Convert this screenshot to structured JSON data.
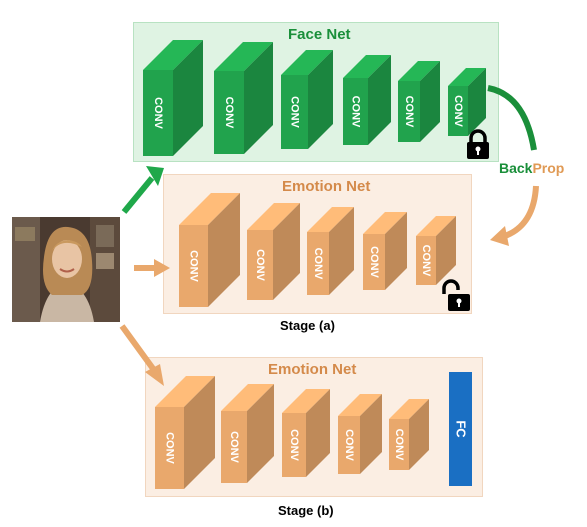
{
  "face_net": {
    "title": "Face Net",
    "block_label": "CONV",
    "block_count": 6
  },
  "emotion_net_a": {
    "title": "Emotion Net",
    "block_label": "CONV",
    "block_count": 5
  },
  "emotion_net_b": {
    "title": "Emotion Net",
    "block_label": "CONV",
    "block_count": 5,
    "fc_label": "FC"
  },
  "backprop": {
    "part1": "Back",
    "part2": "Prop"
  },
  "stages": {
    "a": "Stage (a)",
    "b": "Stage (b)"
  },
  "colors": {
    "green_panel": "#dff3e3",
    "green_block": "#21a34d",
    "orange_panel": "#fbeee3",
    "orange_block": "#e9a86c",
    "fc_block": "#1a6fc3",
    "backprop_green": "#1a8f3a",
    "backprop_orange": "#e09a55"
  },
  "icons": {
    "locked": "lock-closed-icon",
    "unlocked": "lock-open-icon"
  }
}
